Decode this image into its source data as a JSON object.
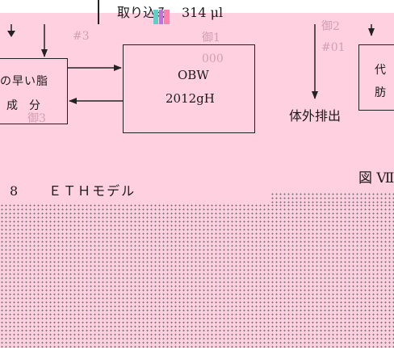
{
  "header": {
    "intake_text": "取り込み　314 μl"
  },
  "diagram": {
    "left_box": {
      "line1": "の早い脂",
      "line2": "成　分"
    },
    "center_box": {
      "line1": "OBW",
      "line2": "2012gH"
    },
    "right_box": {
      "line1": "代　謝",
      "line2": "肪"
    },
    "excretion_label": "体外排出"
  },
  "ghost_text": {
    "g1": "御1",
    "g2": "御2",
    "g3": "御3",
    "g4": "#3",
    "g5": "#01",
    "g6": "000"
  },
  "figure": {
    "label": "図 Ⅶ",
    "caption": "8　　ＥＴＨモデル"
  }
}
